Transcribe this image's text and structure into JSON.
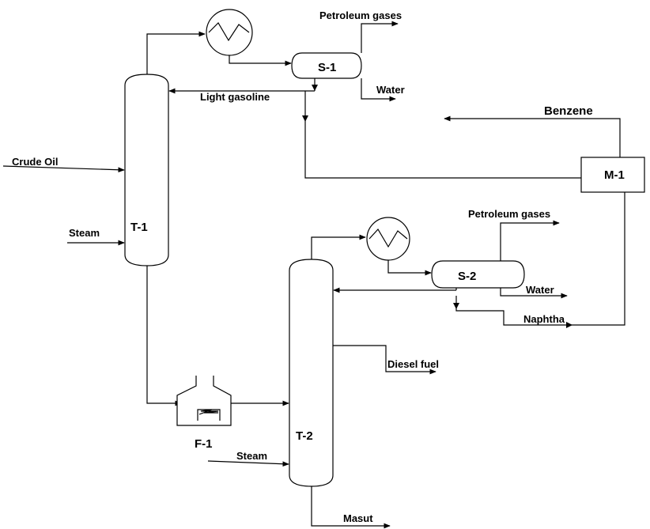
{
  "units": {
    "t1": "T-1",
    "t2": "T-2",
    "s1": "S-1",
    "s2": "S-2",
    "f1": "F-1",
    "m1": "M-1"
  },
  "streams": {
    "crude_oil": "Crude Oil",
    "steam_t1": "Steam",
    "steam_t2": "Steam",
    "petroleum_gases_s1": "Petroleum gases",
    "water_s1": "Water",
    "light_gasoline": "Light gasoline",
    "benzene": "Benzene",
    "petroleum_gases_s2": "Petroleum gases",
    "water_s2": "Water",
    "naphtha": "Naphtha",
    "diesel_fuel": "Diesel fuel",
    "masut": "Masut"
  }
}
